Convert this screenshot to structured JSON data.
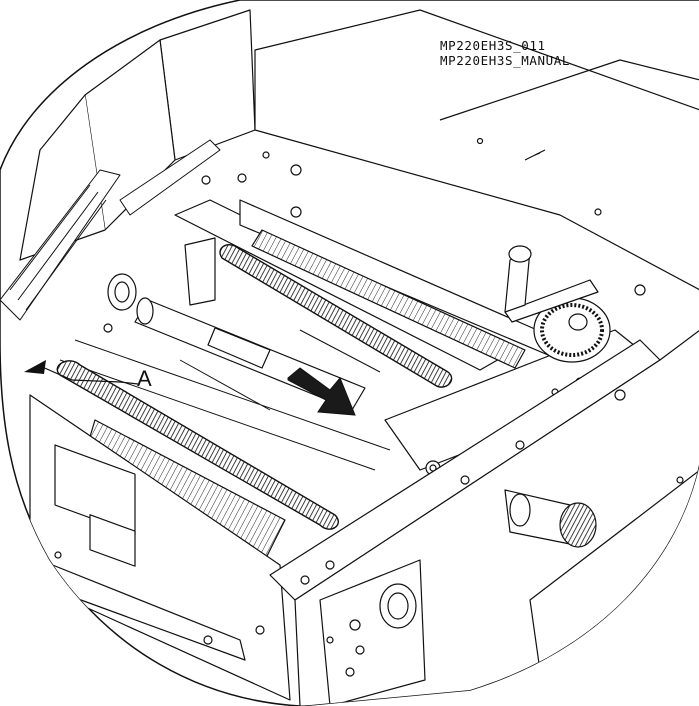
{
  "figure": {
    "codes": [
      "MP220EH3S_011",
      "MP220EH3S_MANUAL"
    ],
    "callout_label": "A",
    "colors": {
      "line": "#111111",
      "background": "#ffffff",
      "arrow": "#1a1a1a"
    }
  }
}
